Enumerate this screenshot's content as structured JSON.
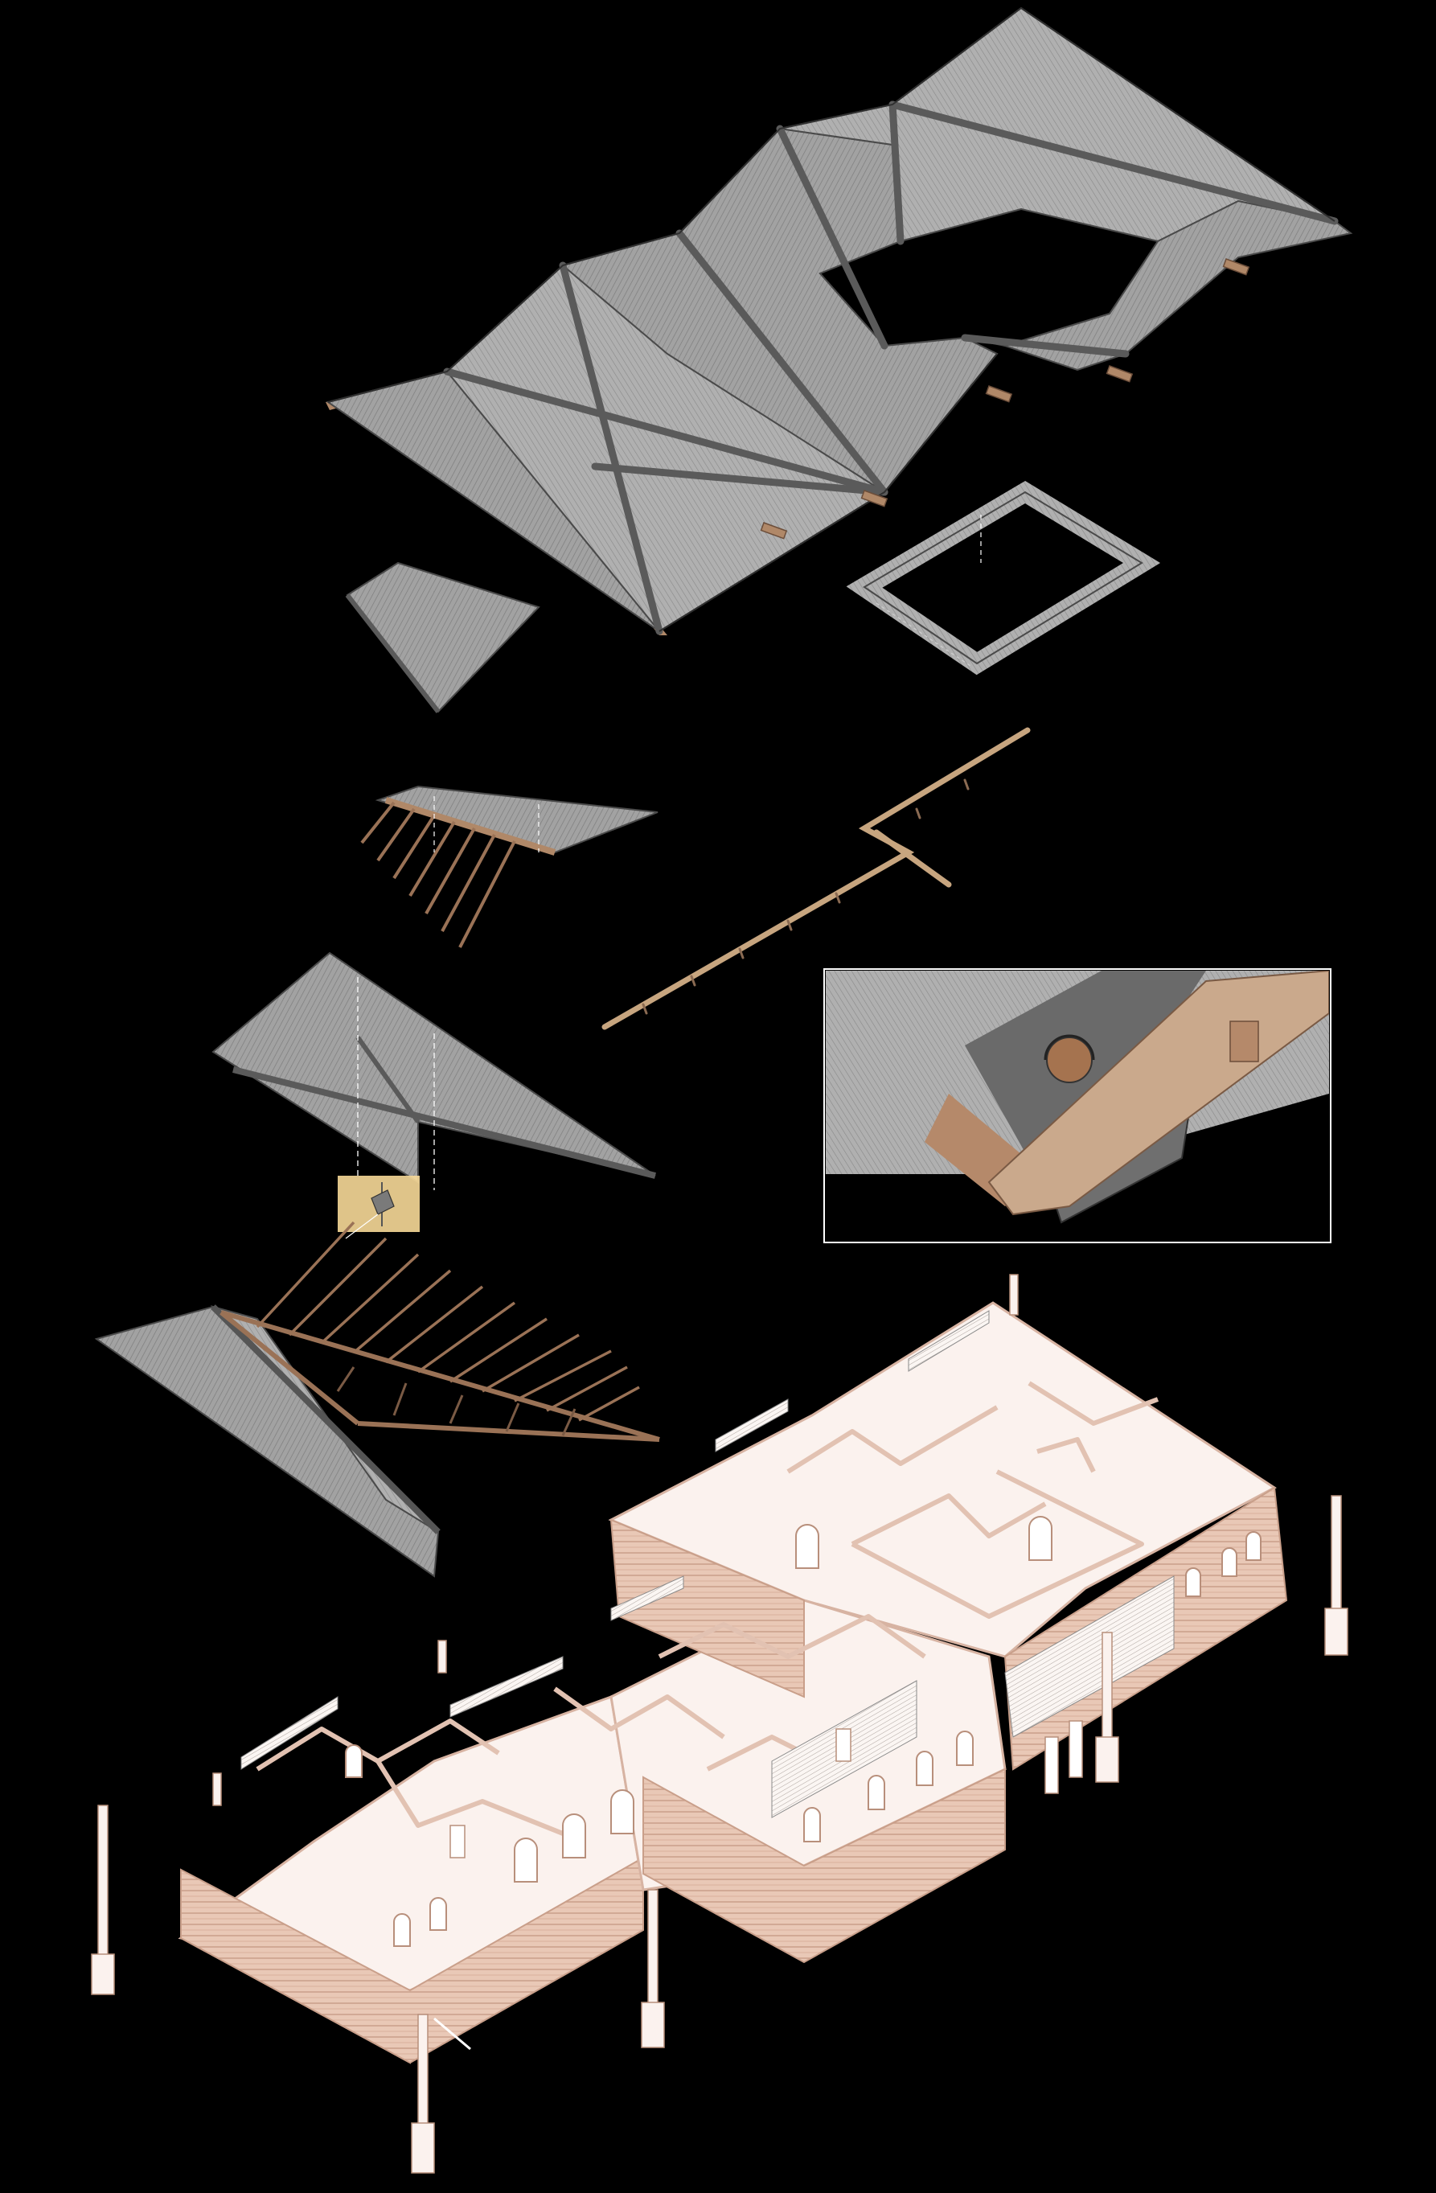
{
  "figure": {
    "kind": "exploded-axonometric-drawing",
    "background": "#000000"
  },
  "colors": {
    "roof": "#9a9a9a",
    "roof_light": "#b8b8b8",
    "roof_dark": "#5c5c5c",
    "timber": "#b08868",
    "timber_dark": "#7a5a44",
    "plaster": "#fbf2ee",
    "plaster_shade": "#f3e3dc",
    "brick": "#e8c6b4",
    "brick_line": "#c79c86",
    "highlight": "#f7d998",
    "detail_frame": "#ffffff",
    "guide": "#ffffff"
  },
  "components": [
    {
      "name": "main-roof-shell",
      "kind": "roof"
    },
    {
      "name": "small-roof-panel",
      "kind": "roof"
    },
    {
      "name": "courtyard-roof-frame",
      "kind": "roof"
    },
    {
      "name": "rafter-cluster",
      "kind": "timber"
    },
    {
      "name": "timber-beam-line",
      "kind": "timber"
    },
    {
      "name": "lower-roof-panel",
      "kind": "roof"
    },
    {
      "name": "highlighted-joint",
      "kind": "detail"
    },
    {
      "name": "rafter-roof-assembly",
      "kind": "timber"
    },
    {
      "name": "gutter-detail-inset",
      "kind": "detail"
    },
    {
      "name": "ruined-building-walls",
      "kind": "masonry"
    },
    {
      "name": "support-posts",
      "kind": "structure"
    }
  ]
}
